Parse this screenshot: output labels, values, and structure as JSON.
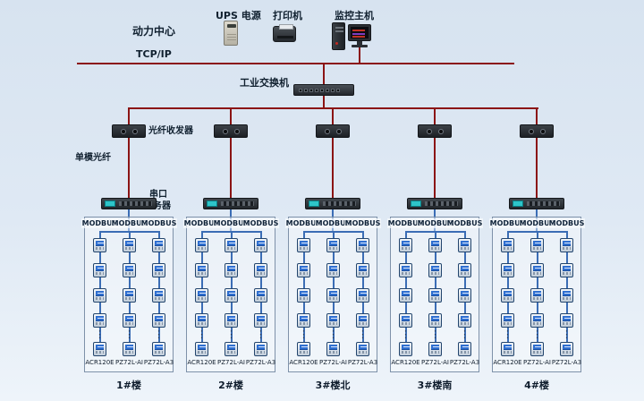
{
  "topology": {
    "power_center_label": "动力中心",
    "tcpip_label": "TCP/IP",
    "switch_label": "工业交换机",
    "devices": {
      "ups_label": "UPS 电源",
      "printer_label": "打印机",
      "host_label": "监控主机"
    },
    "annotations": {
      "transceiver_label": "光纤收发器",
      "fiber_label": "单模光纤",
      "serial_line1": "串口",
      "serial_line2": "服务器"
    },
    "bus_protocol": "MODBUS",
    "meter_models": [
      "ACR120E",
      "PZ72L-AI",
      "PZ72L-A3"
    ],
    "columns_per_group": 3,
    "meter_rows_before_ellipsis": 4,
    "meters_visible_per_column": 5,
    "groups": [
      {
        "name": "1#楼"
      },
      {
        "name": "2#楼"
      },
      {
        "name": "3#楼北"
      },
      {
        "name": "3#楼南"
      },
      {
        "name": "4#楼"
      }
    ]
  },
  "colors": {
    "background_top": "#d7e3f0",
    "background_bottom": "#eef4fa",
    "bus_line": "#8b1414",
    "modbus_line": "#3b6db5",
    "box_border": "#7e91a9",
    "text": "#10202f",
    "meter_screen": "#2f6fd0",
    "serial_screen": "#2ec5c9"
  }
}
